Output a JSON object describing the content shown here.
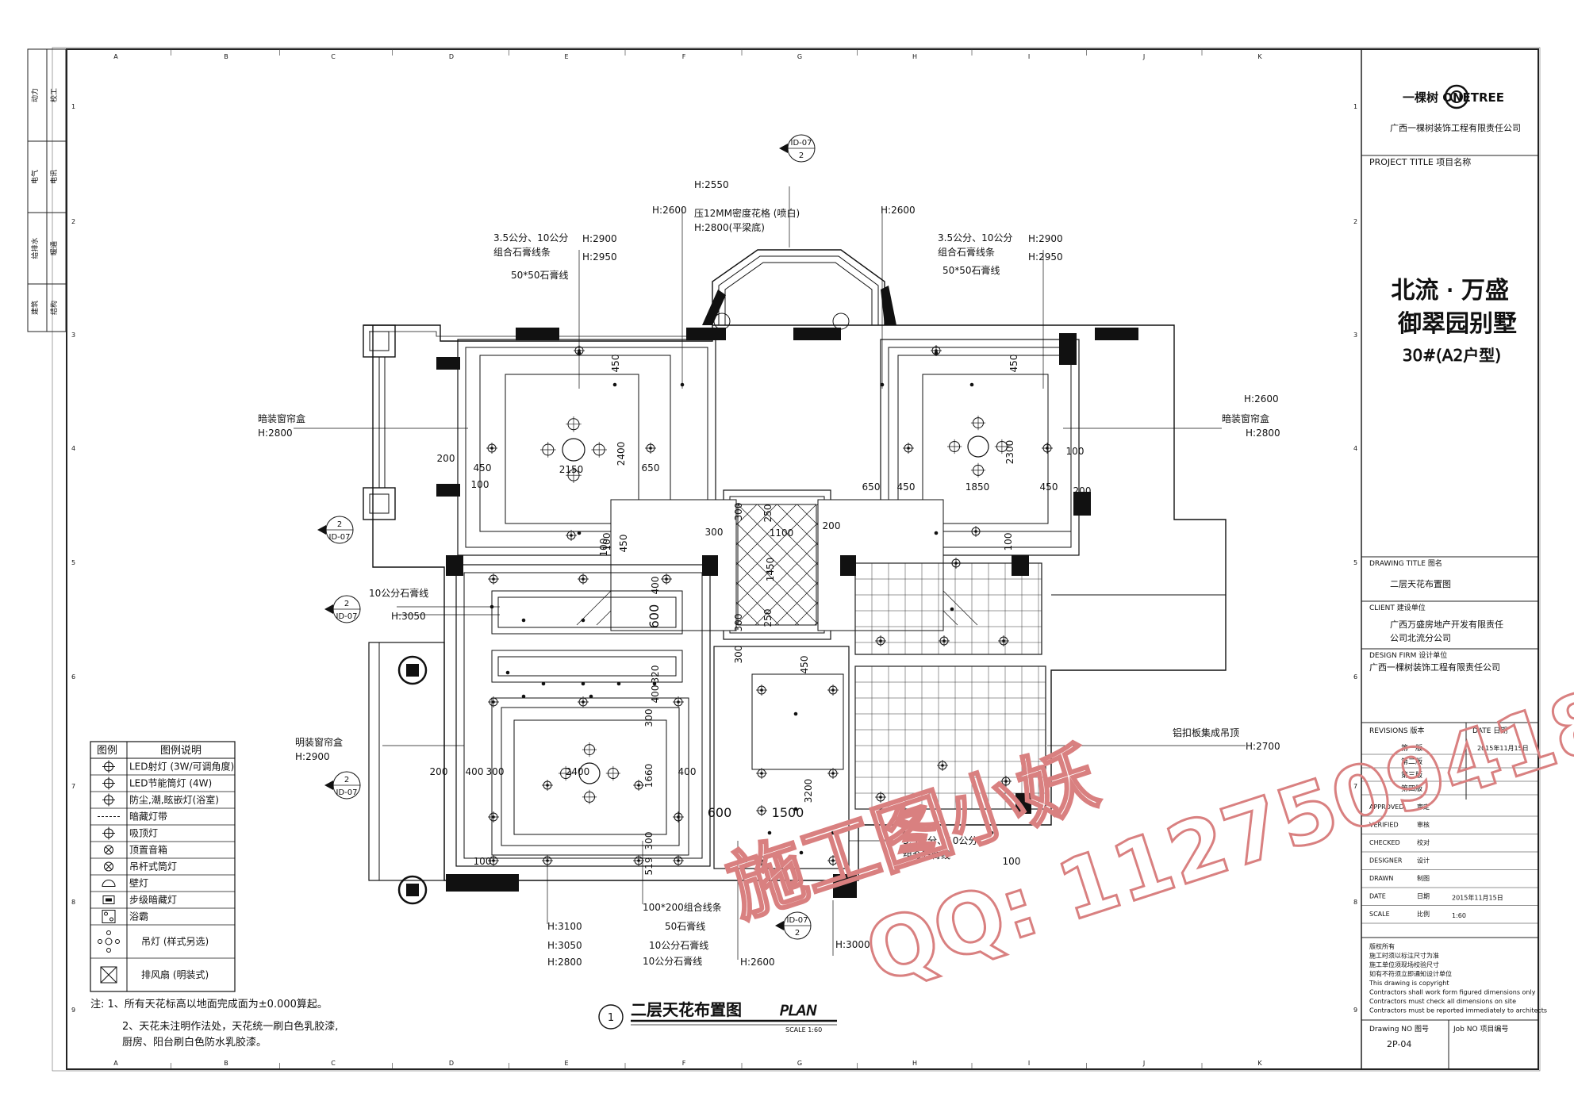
{
  "grid": {
    "cols": [
      "A",
      "B",
      "C",
      "D",
      "E",
      "F",
      "G",
      "H",
      "I",
      "J",
      "K"
    ],
    "rows": [
      "1",
      "2",
      "3",
      "4",
      "5",
      "6",
      "7",
      "8",
      "9"
    ]
  },
  "left_strip": [
    {
      "a": "动力",
      "b": "校工"
    },
    {
      "a": "电气",
      "b": "电讯"
    },
    {
      "a": "给排水",
      "b": "暖通"
    },
    {
      "a": "建筑",
      "b": "结构"
    }
  ],
  "title_block": {
    "logo_text": "一棵树 ONETREE",
    "company": "广西一棵树装饰工程有限责任公司",
    "project_title_label": "PROJECT TITLE  项目名称",
    "project_line1": "北流 · 万盛",
    "project_line2": "御翠园别墅",
    "project_line3": "30#(A2户型)",
    "drawing_title_label": "DRAWING TITLE  图名",
    "drawing_title": "二层天花布置图",
    "client_label": "CLIENT  建设单位",
    "client_line1": "广西万盛房地产开发有限责任",
    "client_line2": "公司北流分公司",
    "design_firm_label": "DESIGN FIRM  设计单位",
    "design_firm": "广西一棵树装饰工程有限责任公司",
    "revisions_label": "REVISIONS  版本",
    "date_label": "DATE  日期",
    "revisions": [
      {
        "v": "第一版",
        "d": "2015年11月15日"
      },
      {
        "v": "第二版",
        "d": ""
      },
      {
        "v": "第三版",
        "d": ""
      },
      {
        "v": "第四版",
        "d": ""
      }
    ],
    "roles": [
      {
        "en": "APPROVED",
        "cn": "审定",
        "val": ""
      },
      {
        "en": "VERIFIED",
        "cn": "审核",
        "val": ""
      },
      {
        "en": "CHECKED",
        "cn": "校对",
        "val": ""
      },
      {
        "en": "DESIGNER",
        "cn": "设计",
        "val": ""
      },
      {
        "en": "DRAWN",
        "cn": "制图",
        "val": ""
      },
      {
        "en": "DATE",
        "cn": "日期",
        "val": "2015年11月15日"
      },
      {
        "en": "SCALE",
        "cn": "比例",
        "val": "1:60"
      }
    ],
    "notes": [
      "版权所有",
      "施工时须以标注尺寸为准",
      "施工单位须现场校验尺寸",
      "如有不符须立即通知设计单位",
      "This drawing is copyright",
      "Contractors shall work form figured dimensions only",
      "Contractors must check all dimensions on site",
      "Contractors must be reported immediately to architects"
    ],
    "drawing_no_label": "Drawing NO  图号",
    "job_no_label": "Job NO  项目编号",
    "drawing_no": "2P-04"
  },
  "legend": {
    "header_sym": "图例",
    "header_desc": "图例说明",
    "items": [
      {
        "icon": "led-spot-icon",
        "desc": "LED射灯 (3W/可调角度)"
      },
      {
        "icon": "led-downlight-icon",
        "desc": "LED节能筒灯 (4W)"
      },
      {
        "icon": "bath-lamp-icon",
        "desc": "防尘,潮,眩嵌灯(浴室)"
      },
      {
        "icon": "light-strip-icon",
        "desc": "暗藏灯带"
      },
      {
        "icon": "ceiling-lamp-icon",
        "desc": "吸顶灯"
      },
      {
        "icon": "speaker-icon",
        "desc": "顶置音箱"
      },
      {
        "icon": "pendant-downlight-icon",
        "desc": "吊杆式筒灯"
      },
      {
        "icon": "wall-lamp-icon",
        "desc": "壁灯"
      },
      {
        "icon": "step-light-icon",
        "desc": "步级暗藏灯"
      },
      {
        "icon": "bath-heater-icon",
        "desc": "浴霸"
      },
      {
        "icon": "chandelier-icon",
        "desc": "吊灯 (样式另选)"
      },
      {
        "icon": "exhaust-fan-icon",
        "desc": "排风扇 (明装式)"
      }
    ]
  },
  "notes": [
    "注: 1、所有天花标高以地面完成面为±0.000算起。",
    "2、天花未注明作法处，天花统一刷白色乳胶漆,",
    "厨房、阳台刷白色防水乳胶漆。"
  ],
  "drawing_title": {
    "number": "1",
    "cn": "二层天花布置图",
    "en": "PLAN",
    "scale": "SCALE 1:60"
  },
  "annotations": [
    {
      "id": "h2550",
      "text": "H:2550"
    },
    {
      "id": "ya12",
      "text": "压12MM密度花格 (喷白)"
    },
    {
      "id": "h2800pl",
      "text": "H:2800(平梁底)"
    },
    {
      "id": "h2600a",
      "text": "H:2600"
    },
    {
      "id": "h2600b",
      "text": "H:2600"
    },
    {
      "id": "gyp1",
      "text": "3.5公分、10公分"
    },
    {
      "id": "gyp1b",
      "text": "组合石膏线条"
    },
    {
      "id": "gyp1c",
      "text": "50*50石膏线"
    },
    {
      "id": "h2900a",
      "text": "H:2900"
    },
    {
      "id": "h2950a",
      "text": "H:2950"
    },
    {
      "id": "gyp2",
      "text": "3.5公分、10公分"
    },
    {
      "id": "gyp2b",
      "text": "组合石膏线条"
    },
    {
      "id": "gyp2c",
      "text": "50*50石膏线"
    },
    {
      "id": "h2900b",
      "text": "H:2900"
    },
    {
      "id": "h2950b",
      "text": "H:2950"
    },
    {
      "id": "curtainL",
      "text": "暗装窗帘盒"
    },
    {
      "id": "curtainLh",
      "text": "H:2800"
    },
    {
      "id": "curtainR",
      "text": "暗装窗帘盒"
    },
    {
      "id": "curtainRh",
      "text": "H:2800"
    },
    {
      "id": "h2600r",
      "text": "H:2600"
    },
    {
      "id": "gyp10",
      "text": "10公分石膏线"
    },
    {
      "id": "h3050",
      "text": "H:3050"
    },
    {
      "id": "curtainM",
      "text": "明装窗帘盒"
    },
    {
      "id": "curtainMh",
      "text": "H:2900"
    },
    {
      "id": "alum",
      "text": "铝扣板集成吊顶"
    },
    {
      "id": "alumh",
      "text": "H:2700"
    },
    {
      "id": "gyp3",
      "text": "3.5公分、10公分"
    },
    {
      "id": "gyp3b",
      "text": "组合石膏线"
    },
    {
      "id": "b1",
      "text": "H:3100"
    },
    {
      "id": "b2",
      "text": "H:3050"
    },
    {
      "id": "b3",
      "text": "H:2800"
    },
    {
      "id": "b4",
      "text": "100*200组合线条"
    },
    {
      "id": "b5",
      "text": "50石膏线"
    },
    {
      "id": "b6",
      "text": "10公分石膏线"
    },
    {
      "id": "b7",
      "text": "10公分石膏线"
    },
    {
      "id": "b8",
      "text": "H:2600"
    },
    {
      "id": "b9",
      "text": "H:3000"
    }
  ],
  "dims": [
    "450",
    "2400",
    "2150",
    "450",
    "650",
    "200",
    "100",
    "450",
    "100",
    "450",
    "2300",
    "1850",
    "650",
    "450",
    "450",
    "100",
    "200",
    "1100",
    "250",
    "1450",
    "250",
    "200",
    "300",
    "300",
    "300",
    "400",
    "600",
    "320",
    "400",
    "300",
    "1660",
    "300",
    "519",
    "200",
    "400",
    "300",
    "2400",
    "400",
    "450",
    "3200",
    "600",
    "1500",
    "300",
    "100",
    "100",
    "100",
    "100"
  ],
  "section_tags": [
    {
      "a": "ID-07",
      "b": "2"
    },
    {
      "a": "2",
      "b": "ID-07"
    },
    {
      "a": "2",
      "b": "ID-07"
    },
    {
      "a": "2",
      "b": "ID-07"
    },
    {
      "a": "ID-07",
      "b": "2"
    }
  ],
  "watermark": {
    "line1": "施工图小妖",
    "line2": "QQ: 1127509418"
  }
}
